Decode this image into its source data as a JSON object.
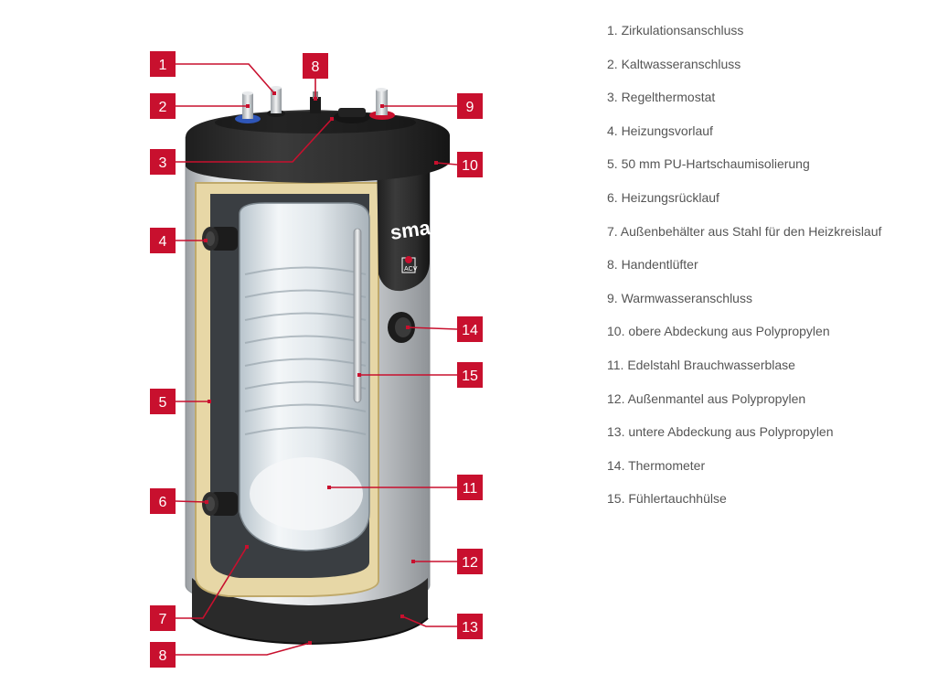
{
  "colors": {
    "callout_red": "#c8102e",
    "dark_cap": "#2b2b2b",
    "steel": "#cfd2d4",
    "insulation": "#e7d7a6",
    "background": "#ffffff"
  },
  "product": {
    "brand_label": "smart",
    "maker_label": "ACV"
  },
  "callouts": [
    "1",
    "8",
    "2",
    "9",
    "3",
    "10",
    "4",
    "14",
    "15",
    "5",
    "11",
    "6",
    "12",
    "7",
    "13",
    "8"
  ],
  "legend": [
    "1. Zirkulationsanschluss",
    "2. Kaltwasseranschluss",
    "3. Regelthermostat",
    "4. Heizungsvorlauf",
    "5. 50 mm PU-Hartschaumisolierung",
    "6. Heizungsrücklauf",
    "7. Außenbehälter aus Stahl für den Heizkreislauf",
    "8. Handentlüfter",
    "9. Warmwasseranschluss",
    "10. obere Abdeckung aus Polypropylen",
    "11. Edelstahl Brauchwasserblase",
    "12. Außenmantel aus Polypropylen",
    "13. untere Abdeckung aus Polypropylen",
    "14. Thermometer",
    "15. Fühlertauchhülse"
  ]
}
